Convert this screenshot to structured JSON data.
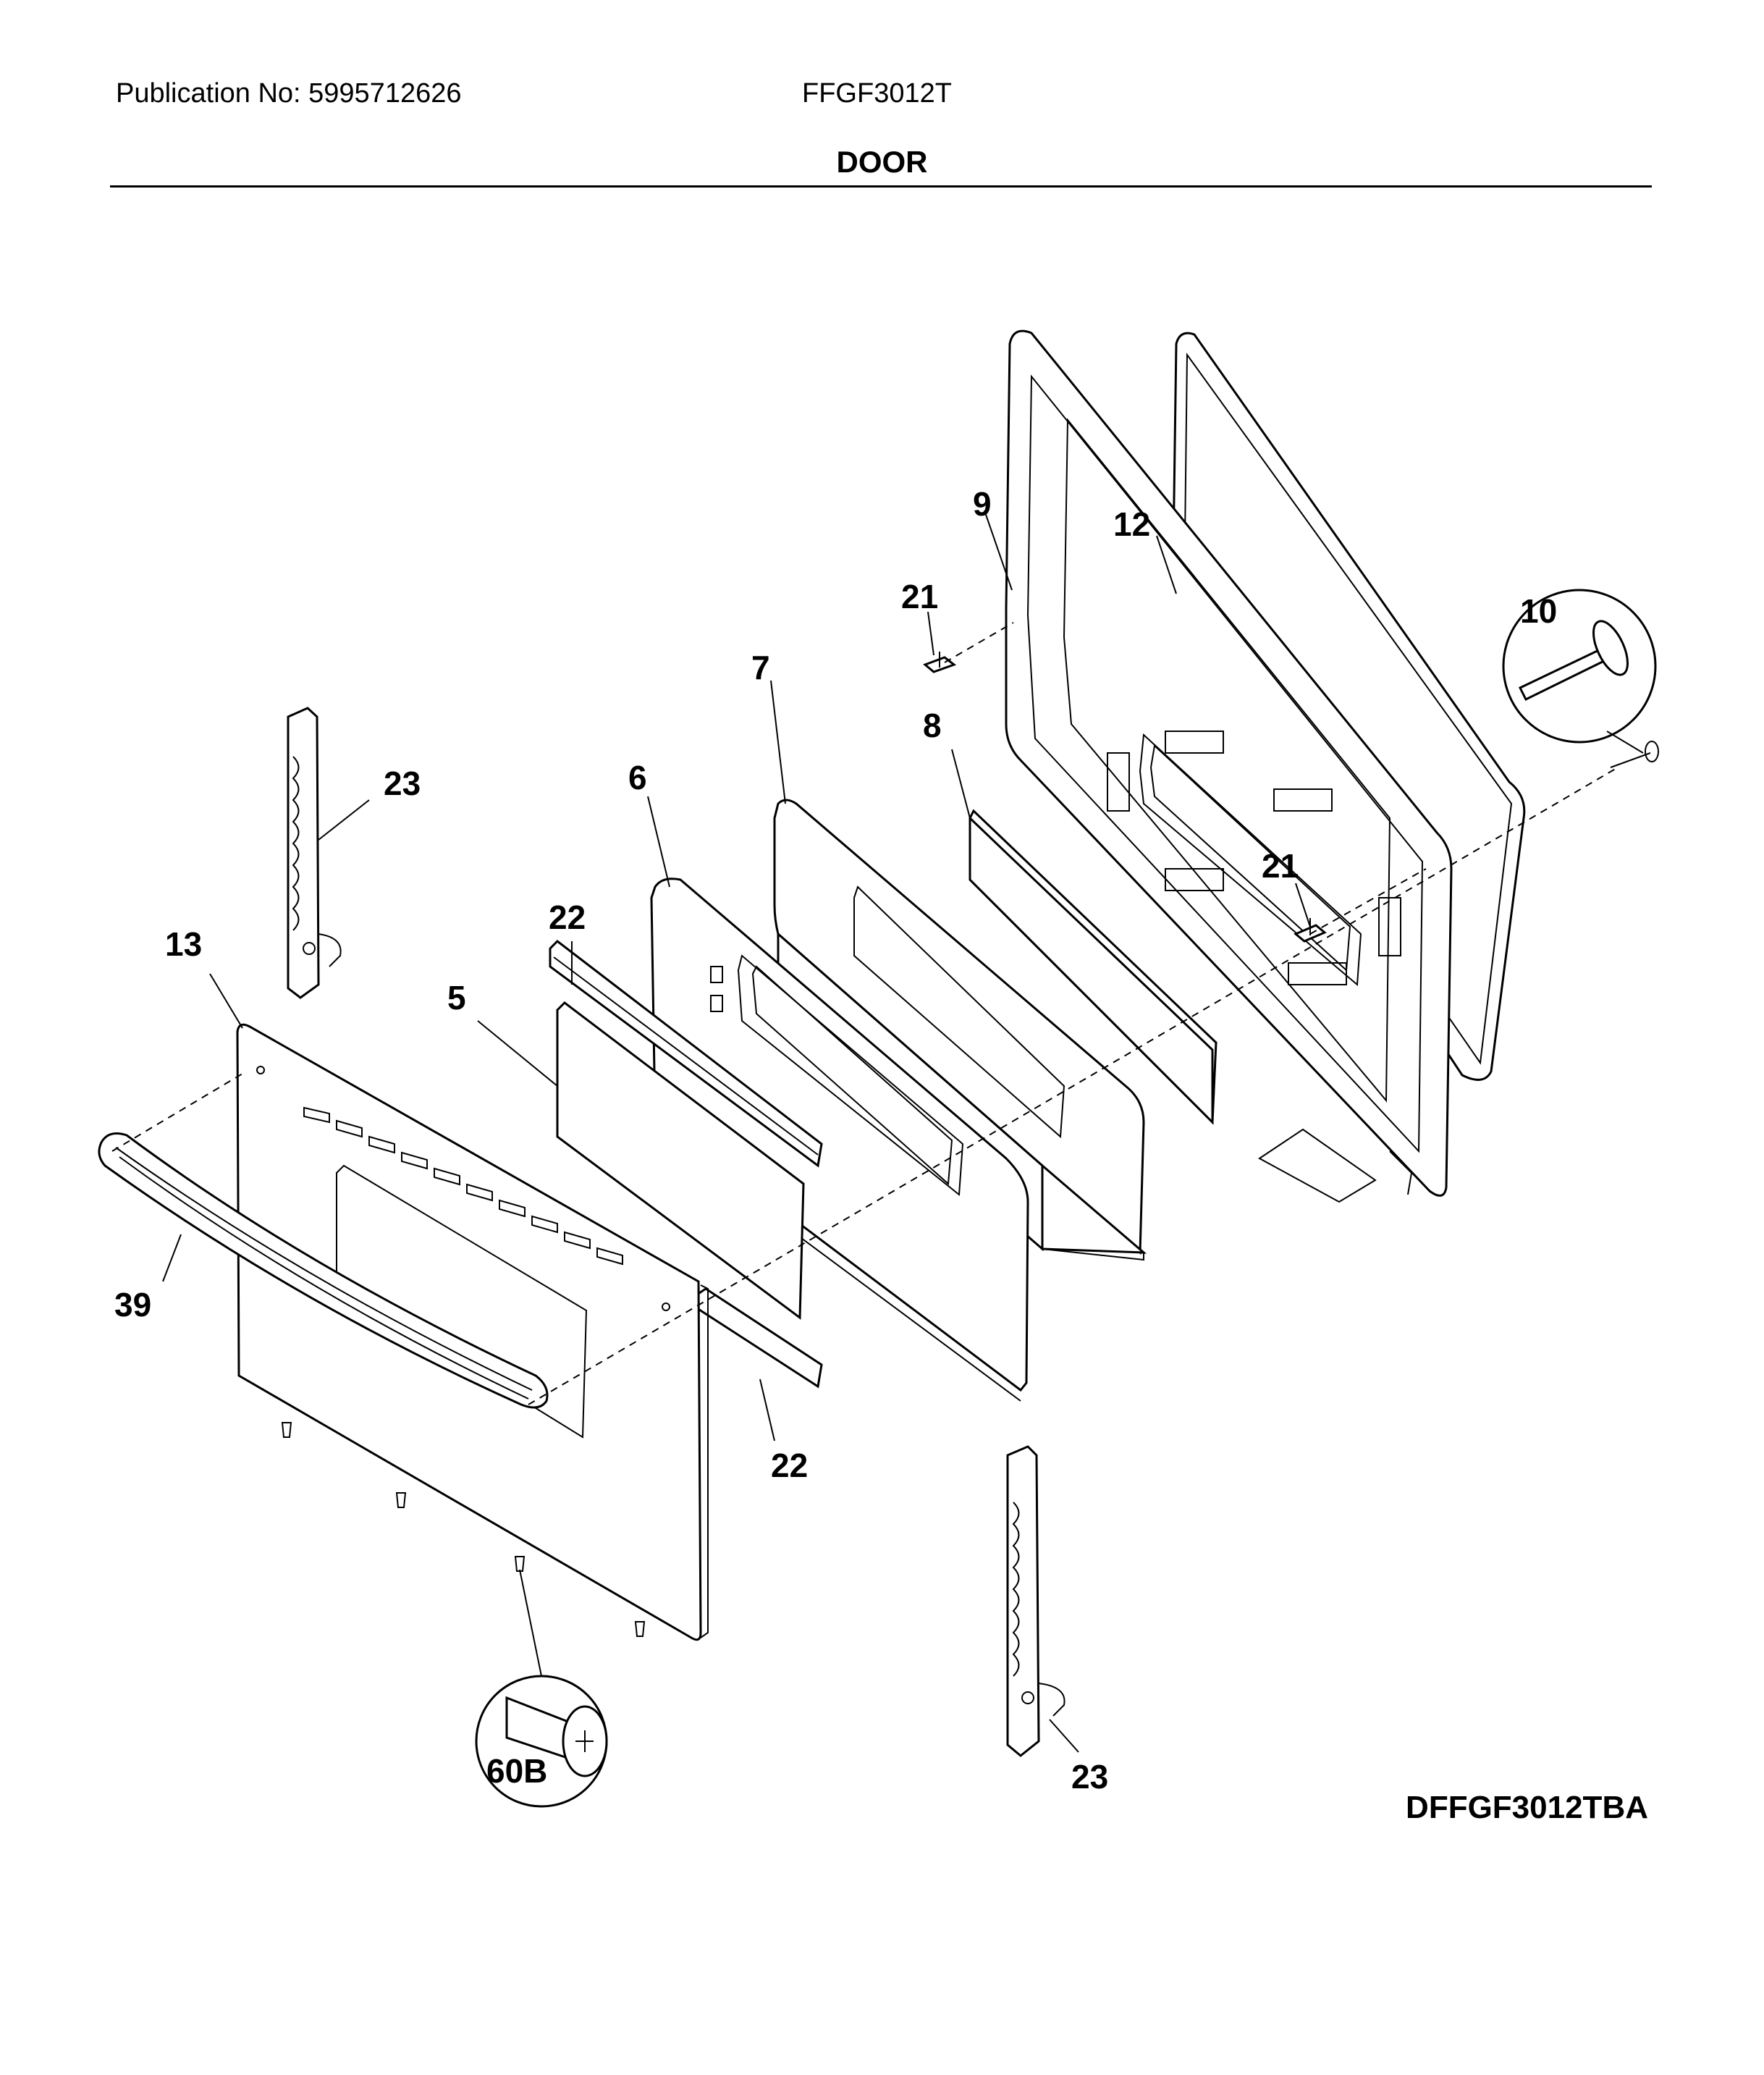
{
  "header": {
    "publication": "Publication No: 5995712626",
    "model": "FFGF3012T"
  },
  "title": "DOOR",
  "diagram_code": "DFFGF3012TBA",
  "callouts": {
    "c9": "9",
    "c12": "12",
    "c21a": "21",
    "c10": "10",
    "c7": "7",
    "c8": "8",
    "c6": "6",
    "c23a": "23",
    "c21b": "21",
    "c22a": "22",
    "c13": "13",
    "c5": "5",
    "c39": "39",
    "c22b": "22",
    "c60b": "60B",
    "c23b": "23"
  }
}
